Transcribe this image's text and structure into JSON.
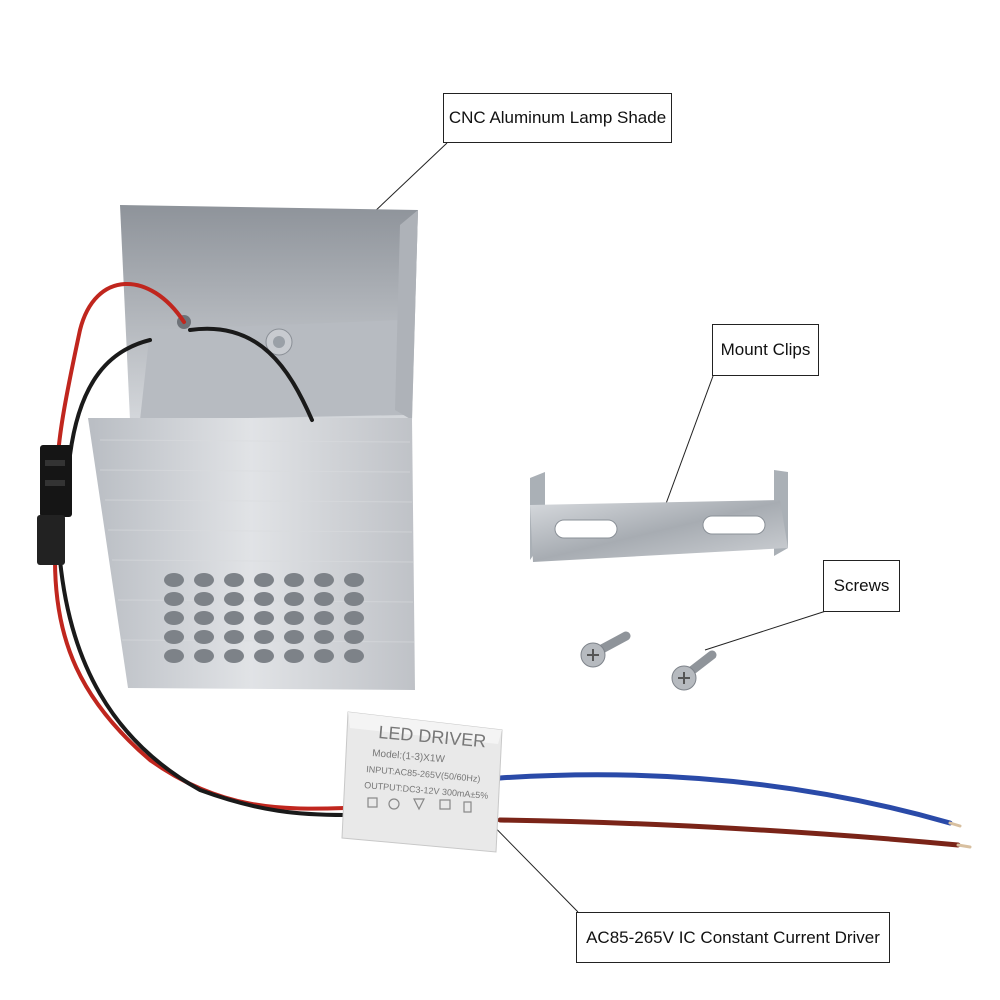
{
  "callouts": {
    "lamp_shade": "CNC Aluminum Lamp Shade",
    "mount_clips": "Mount Clips",
    "screws": "Screws",
    "driver": "AC85-265V IC Constant Current Driver"
  },
  "driver_label": {
    "title": "LED DRIVER",
    "model": "Model:(1-3)X1W",
    "input": "INPUT:AC85-265V(50/60Hz)",
    "output": "OUTPUT:DC3-12V  300mA±5%"
  },
  "colors": {
    "wire_red": "#c0261e",
    "wire_black": "#1a1a1a",
    "wire_blue": "#2a4aa8",
    "wire_brown": "#7a2418",
    "aluminum": "#c9ccd1"
  }
}
